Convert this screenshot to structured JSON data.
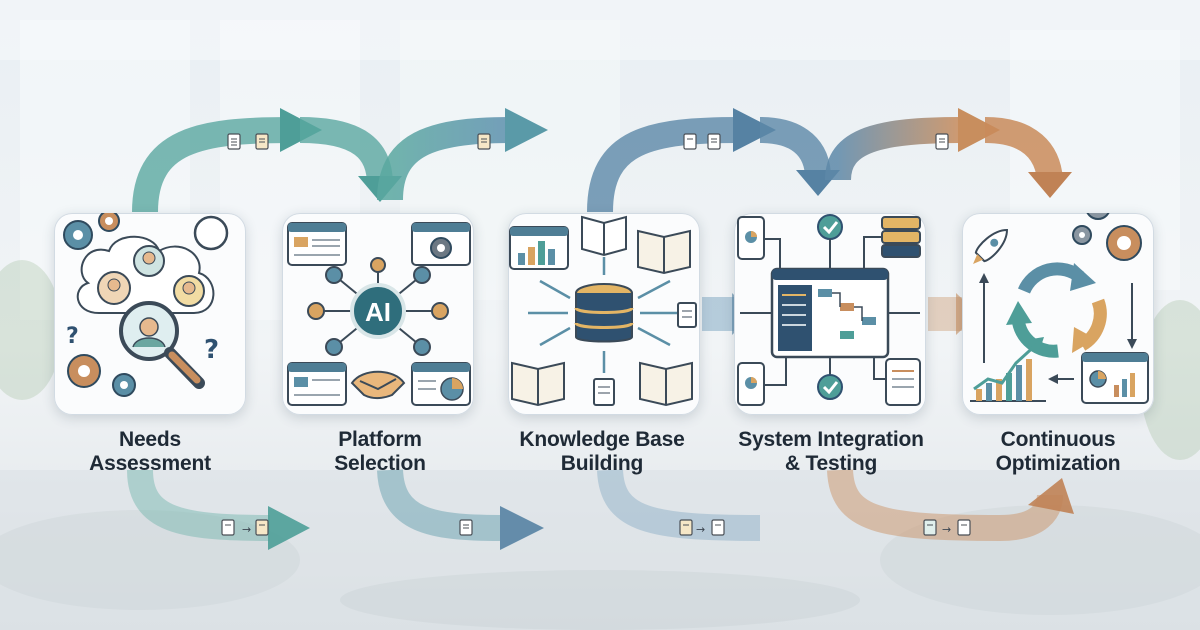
{
  "steps": [
    {
      "id": "needs-assessment",
      "line1": "Needs",
      "line2": "Assessment"
    },
    {
      "id": "platform-selection",
      "line1": "Platform",
      "line2": "Selection"
    },
    {
      "id": "knowledge-base-building",
      "line1": "Knowledge Base",
      "line2": "Building"
    },
    {
      "id": "system-integration-testing",
      "line1": "System Integration",
      "line2": "& Testing"
    },
    {
      "id": "continuous-optimization",
      "line1": "Continuous",
      "line2": "Optimization"
    }
  ],
  "badge_text": "AI",
  "icons": {
    "step1": [
      "gear-icon",
      "compass-icon",
      "people-icon",
      "magnifier-icon",
      "question-icon"
    ],
    "step2": [
      "window-icon",
      "gear-icon",
      "ai-hub-icon",
      "handshake-icon",
      "pie-chart-window-icon"
    ],
    "step3": [
      "database-icon",
      "book-icon",
      "bar-chart-window-icon",
      "document-icon"
    ],
    "step4": [
      "phone-icon",
      "tablet-icon",
      "checkmark-icon",
      "server-icon",
      "flow-dashboard-icon"
    ],
    "step5": [
      "rocket-icon",
      "gear-icon",
      "cycle-arrows-icon",
      "growth-chart-icon",
      "dashboard-icon"
    ]
  },
  "colors": {
    "teal": "#4e9e98",
    "blue": "#5d88a8",
    "tan": "#c88e5e",
    "gold": "#d1a24c",
    "navy": "#2f5170",
    "label": "#1f2a36"
  }
}
